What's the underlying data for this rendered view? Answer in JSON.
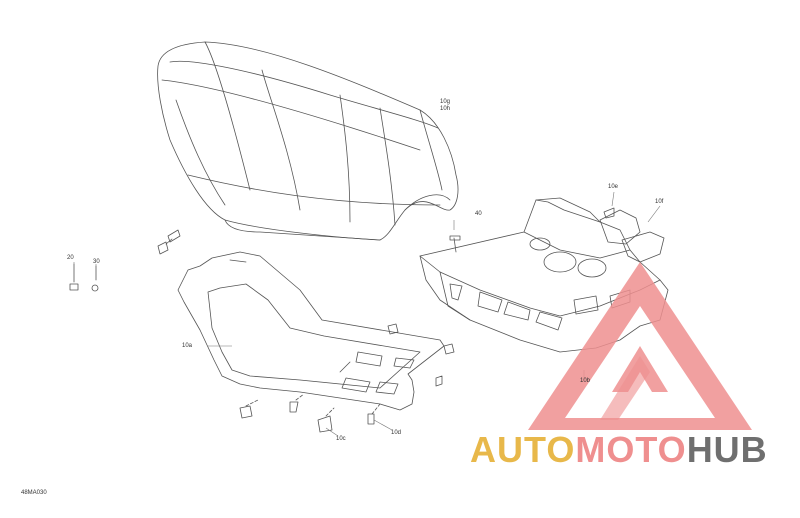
{
  "figure_code": "48MA030",
  "callouts": {
    "c10g": "10g",
    "c10h": "10h",
    "c10e": "10e",
    "c10f": "10f",
    "c40": "40",
    "c20": "20",
    "c30": "30",
    "c10a": "10a",
    "c10b": "10b",
    "c10c": "10c",
    "c10d": "10d"
  },
  "watermark": {
    "part1": "AUTO",
    "part2": "MOTO",
    "part3": "HUB",
    "colors": {
      "auto": "#e8b84a",
      "moto": "#ef8f8f",
      "hub": "#6f6f6f",
      "triangle": "#ef8f8f"
    }
  }
}
